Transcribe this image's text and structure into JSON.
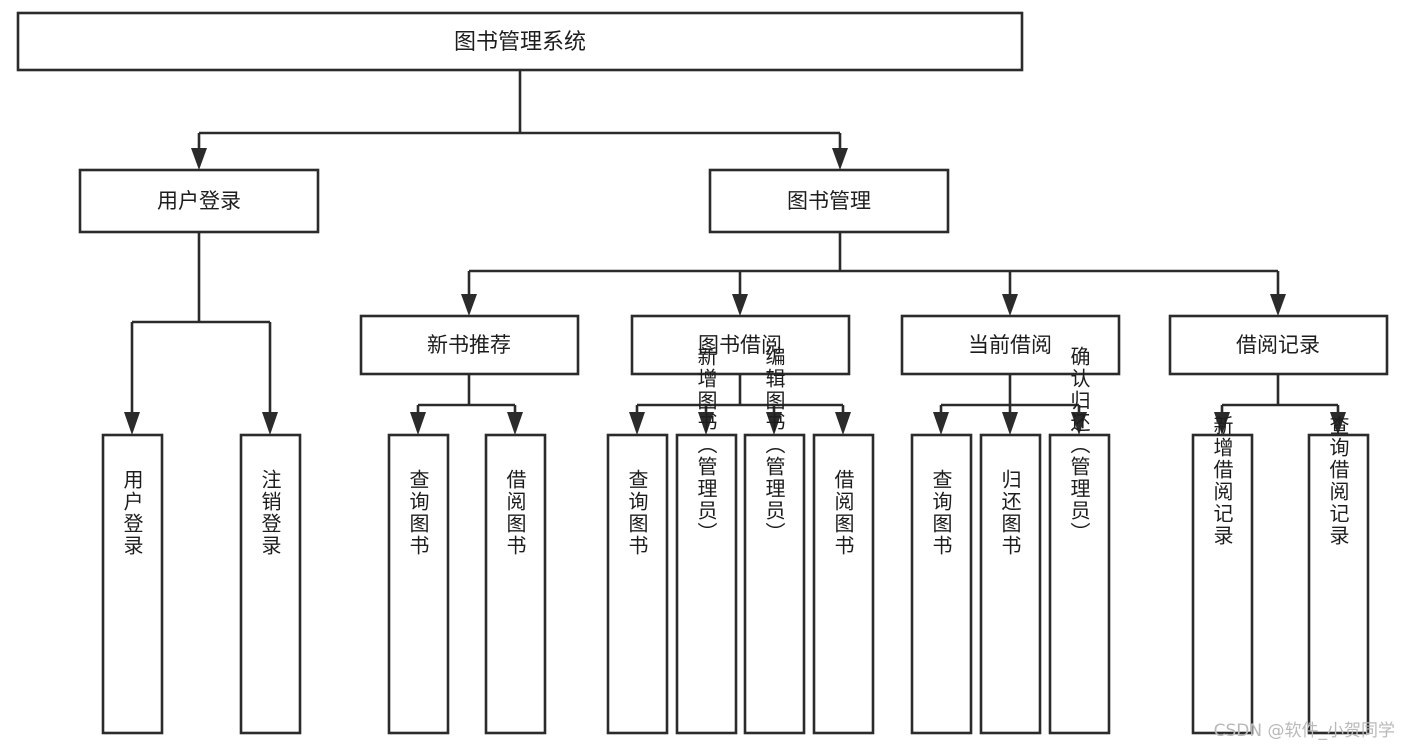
{
  "diagram": {
    "type": "tree",
    "title": "图书管理系统",
    "watermark": "CSDN @软件_小贺同学",
    "colors": {
      "stroke": "#2b2b2b",
      "fill": "#ffffff",
      "text": "#1d1d1d",
      "watermark": "#b9b9b9"
    },
    "levels": {
      "root": "图书管理系统",
      "level2": [
        "用户登录",
        "图书管理"
      ],
      "level3": [
        "新书推荐",
        "图书借阅",
        "当前借阅",
        "借阅记录"
      ]
    },
    "nodes": {
      "root": {
        "label": "图书管理系统"
      },
      "user_login": {
        "label": "用户登录"
      },
      "book_manage": {
        "label": "图书管理"
      },
      "new_book_rec": {
        "label": "新书推荐"
      },
      "book_borrow": {
        "label": "图书借阅"
      },
      "current_borrow": {
        "label": "当前借阅"
      },
      "borrow_record": {
        "label": "借阅记录"
      },
      "leaf_user_login": {
        "label": "用户登录"
      },
      "leaf_user_logout": {
        "label": "注销登录"
      },
      "leaf_query_book_1": {
        "label": "查询图书"
      },
      "leaf_borrow_book_1": {
        "label": "借阅图书"
      },
      "leaf_query_book_2": {
        "label": "查询图书"
      },
      "leaf_add_book": {
        "label": "新增图书（管理员）"
      },
      "leaf_edit_book": {
        "label": "编辑图书（管理员）"
      },
      "leaf_borrow_book_2": {
        "label": "借阅图书"
      },
      "leaf_query_book_3": {
        "label": "查询图书"
      },
      "leaf_return_book": {
        "label": "归还图书"
      },
      "leaf_confirm_return": {
        "label": "确认归还（管理员）"
      },
      "leaf_add_record": {
        "label": "新增借阅记录"
      },
      "leaf_query_record": {
        "label": "查询借阅记录"
      }
    },
    "edges": [
      {
        "from": "图书管理系统",
        "to": "用户登录"
      },
      {
        "from": "图书管理系统",
        "to": "图书管理"
      },
      {
        "from": "用户登录",
        "to": "用户登录"
      },
      {
        "from": "用户登录",
        "to": "注销登录"
      },
      {
        "from": "图书管理",
        "to": "新书推荐"
      },
      {
        "from": "图书管理",
        "to": "图书借阅"
      },
      {
        "from": "图书管理",
        "to": "当前借阅"
      },
      {
        "from": "图书管理",
        "to": "借阅记录"
      },
      {
        "from": "新书推荐",
        "to": "查询图书"
      },
      {
        "from": "新书推荐",
        "to": "借阅图书"
      },
      {
        "from": "图书借阅",
        "to": "查询图书"
      },
      {
        "from": "图书借阅",
        "to": "新增图书（管理员）"
      },
      {
        "from": "图书借阅",
        "to": "编辑图书（管理员）"
      },
      {
        "from": "图书借阅",
        "to": "借阅图书"
      },
      {
        "from": "当前借阅",
        "to": "查询图书"
      },
      {
        "from": "当前借阅",
        "to": "归还图书"
      },
      {
        "from": "当前借阅",
        "to": "确认归还（管理员）"
      },
      {
        "from": "借阅记录",
        "to": "新增借阅记录"
      },
      {
        "from": "借阅记录",
        "to": "查询借阅记录"
      }
    ]
  }
}
